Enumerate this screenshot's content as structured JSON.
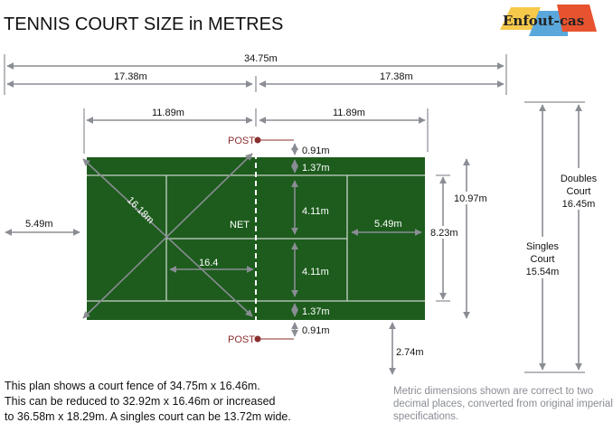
{
  "title": "TENNIS COURT SIZE in METRES",
  "logo": {
    "text": "Enfout-cas",
    "colors": [
      "#f6c94b",
      "#5aa7dc",
      "#e8532f"
    ]
  },
  "colors": {
    "court": "#1d5c1d",
    "arrow": "#8a8d94",
    "post": "#8b2e2e"
  },
  "dimensions": {
    "fence_length": "34.75m",
    "half_fence_left": "17.38m",
    "half_fence_right": "17.38m",
    "half_court_left": "11.89m",
    "half_court_right": "11.89m",
    "post_offset_top": "0.91m",
    "alley_top": "1.37m",
    "service_box_top": "4.11m",
    "service_box_bottom": "4.11m",
    "alley_bottom": "1.37m",
    "post_offset_bottom": "0.91m",
    "runback_left": "5.49m",
    "backcourt_right": "5.49m",
    "diagonal": "16.18m",
    "service_diagonal": "16.4",
    "singles_width": "8.23m",
    "doubles_width": "10.97m",
    "side_run": "2.74m"
  },
  "labels": {
    "net": "NET",
    "post_top": "POST",
    "post_bottom": "POST"
  },
  "singles_court": {
    "line1": "Singles",
    "line2": "Court",
    "line3": "15.54m"
  },
  "doubles_court": {
    "line1": "Doubles",
    "line2": "Court",
    "line3": "16.45m"
  },
  "notes": [
    "This plan shows a court fence of 34.75m x 16.46m.",
    "This can be reduced to 32.92m x 16.46m or increased",
    "to 36.58m x 18.29m. A singles court can be 13.72m wide."
  ],
  "footnote": [
    "Metric dimensions shown are correct to two",
    "decimal places, converted from original imperial",
    "specifications."
  ]
}
